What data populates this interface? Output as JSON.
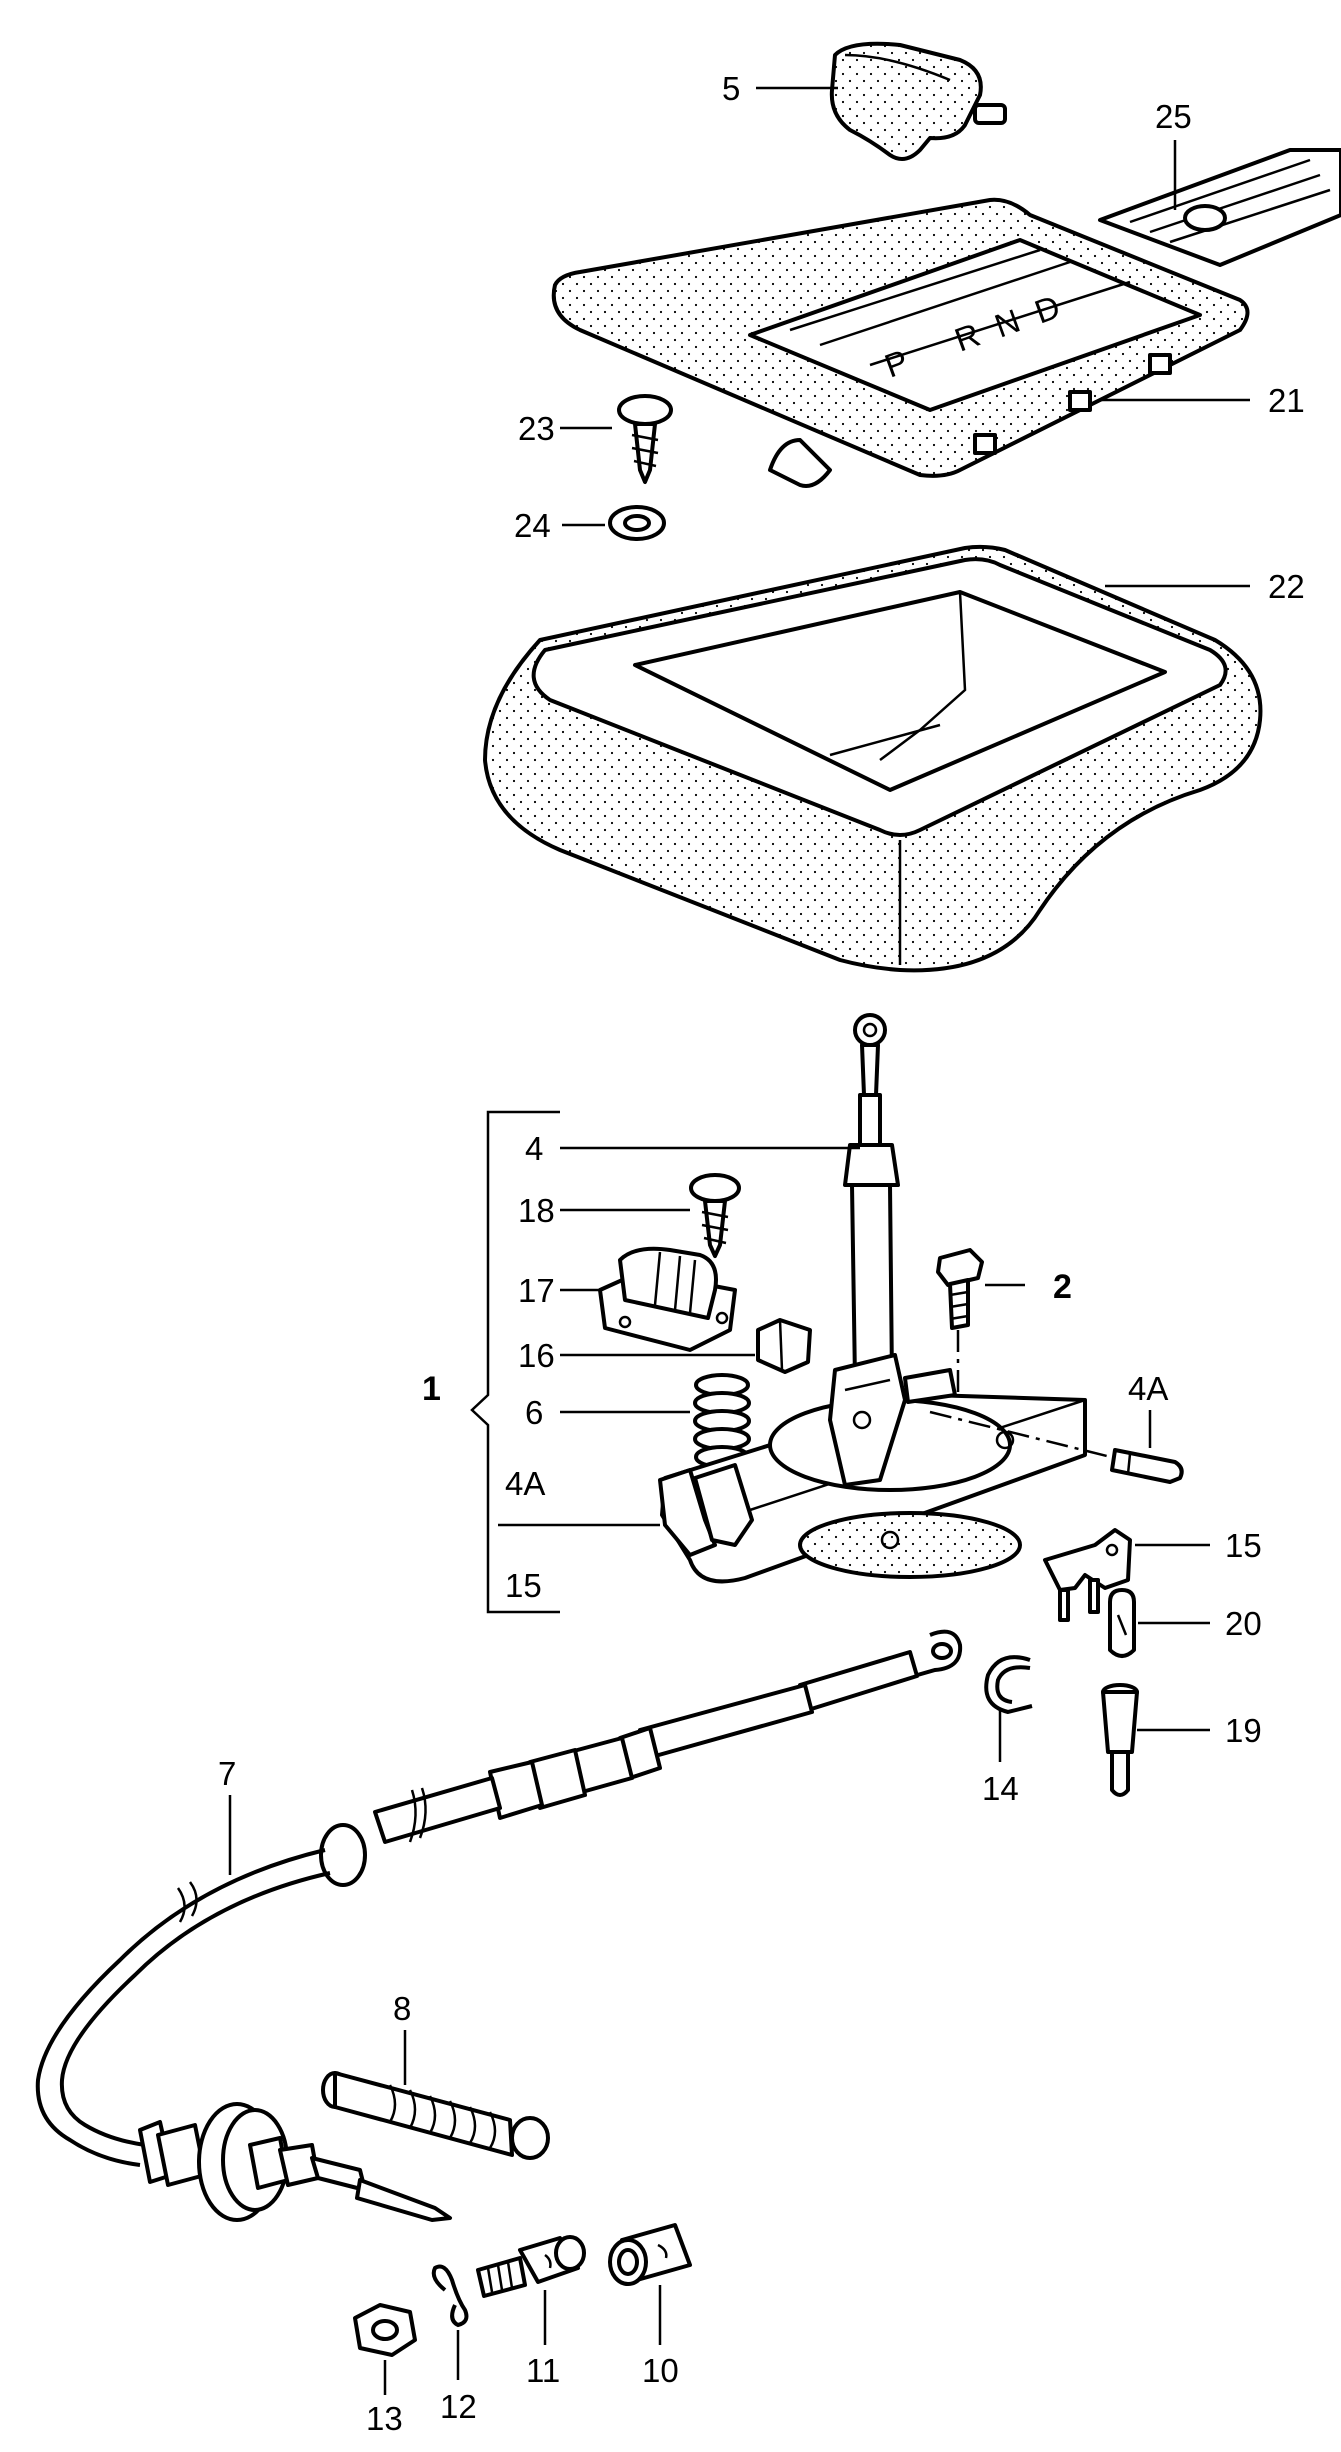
{
  "labels": {
    "l1": "1",
    "l2": "2",
    "l4": "4",
    "l4a_left": "4A",
    "l4a_right": "4A",
    "l5": "5",
    "l6": "6",
    "l7": "7",
    "l8": "8",
    "l10": "10",
    "l11": "11",
    "l12": "12",
    "l13": "13",
    "l14": "14",
    "l15_left": "15",
    "l15_right": "15",
    "l16": "16",
    "l17": "17",
    "l18": "18",
    "l19": "19",
    "l20": "20",
    "l21": "21",
    "l22": "22",
    "l23": "23",
    "l24": "24",
    "l25": "25"
  },
  "selector_letters": [
    "P",
    "R",
    "N",
    "D"
  ]
}
